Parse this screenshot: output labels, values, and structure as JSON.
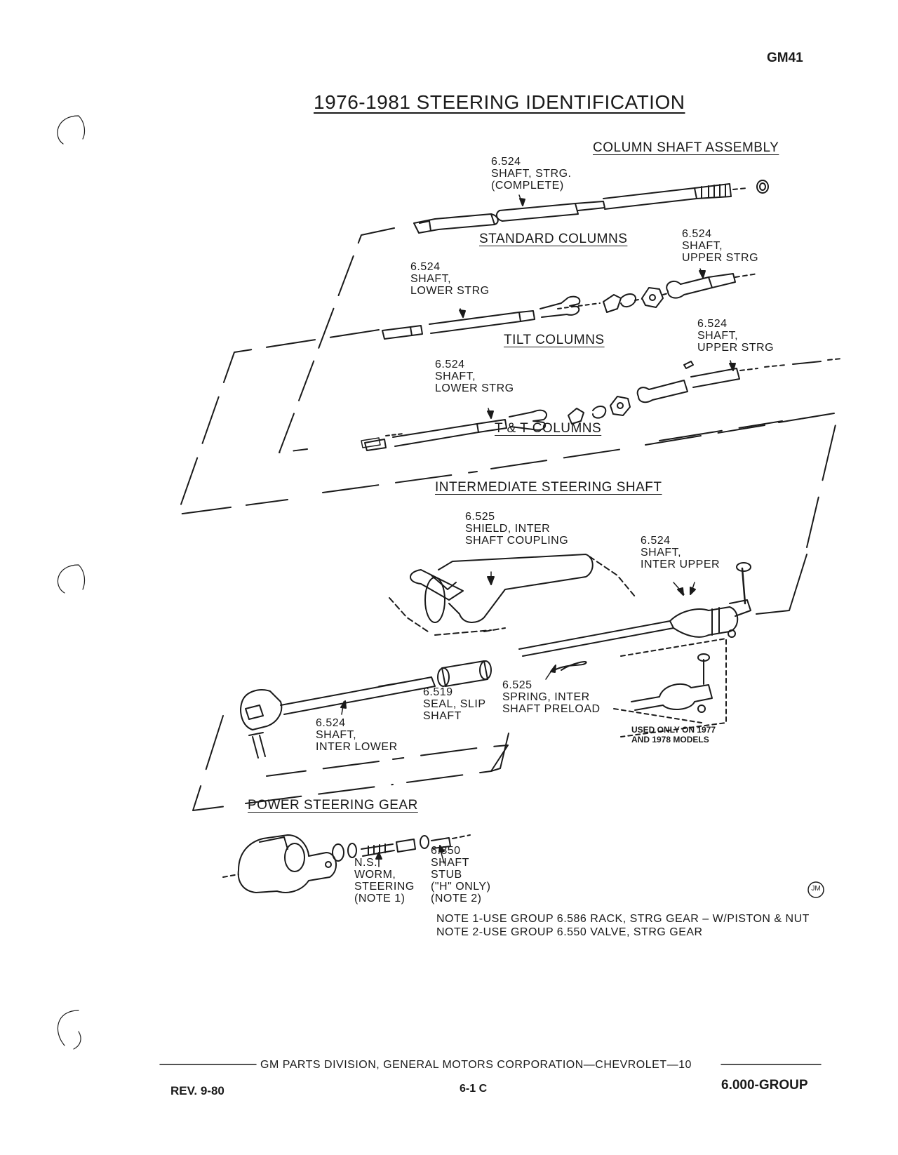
{
  "page_code": "GM41",
  "title": "1976-1981 STEERING IDENTIFICATION",
  "sections": {
    "column_shaft_assembly": "COLUMN SHAFT ASSEMBLY",
    "standard_columns": "STANDARD COLUMNS",
    "tilt_columns": "TILT COLUMNS",
    "tt_columns": "T & T COLUMNS",
    "intermediate_steering_shaft": "INTERMEDIATE STEERING SHAFT",
    "power_steering_gear": "POWER STEERING GEAR"
  },
  "labels": {
    "shaft_complete": "6.524\nSHAFT, STRG.\n(COMPLETE)",
    "std_upper": "6.524\nSHAFT,\nUPPER STRG",
    "std_lower": "6.524\nSHAFT,\nLOWER STRG",
    "tilt_upper": "6.524\nSHAFT,\nUPPER STRG",
    "tilt_lower": "6.524\nSHAFT,\nLOWER STRG",
    "shield": "6.525\nSHIELD, INTER\nSHAFT COUPLING",
    "inter_upper": "6.524\nSHAFT,\nINTER UPPER",
    "seal": "6.519\nSEAL, SLIP\nSHAFT",
    "spring": "6.525\nSPRING, INTER\nSHAFT PRELOAD",
    "inter_lower": "6.524\nSHAFT,\nINTER LOWER",
    "used_only": "USED ONLY ON 1977\nAND 1978 MODELS",
    "worm": "N.S.\nWORM,\nSTEERING\n(NOTE 1)",
    "stub": "6.850\nSHAFT\nSTUB\n(\"H\" ONLY)\n(NOTE 2)"
  },
  "notes": {
    "note1": "NOTE 1-USE GROUP 6.586 RACK, STRG GEAR – W/PISTON & NUT",
    "note2": "NOTE 2-USE GROUP 6.550 VALVE, STRG GEAR"
  },
  "logo": "JM",
  "footer": {
    "division": "GM PARTS DIVISION, GENERAL MOTORS CORPORATION—CHEVROLET—10",
    "rev": "REV. 9-80",
    "page": "6-1 C",
    "group": "6.000-GROUP"
  }
}
